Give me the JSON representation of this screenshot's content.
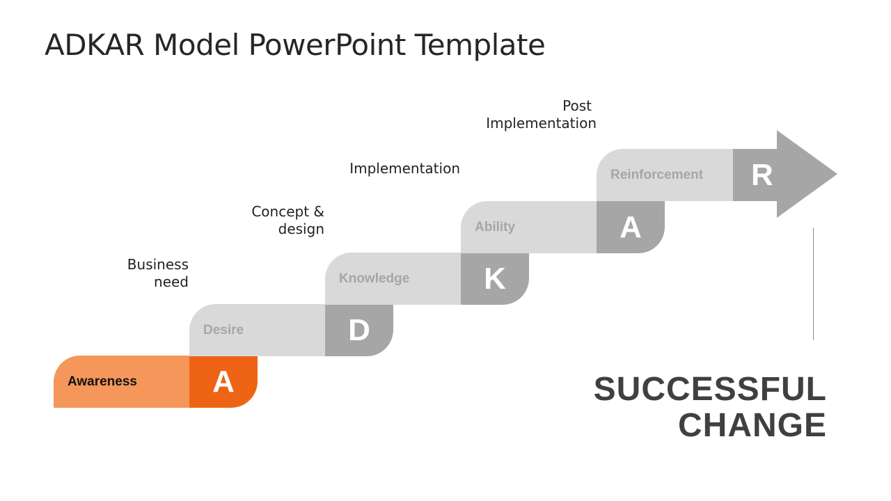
{
  "title": "ADKAR Model PowerPoint Template",
  "steps": [
    {
      "label": "Awareness",
      "letter": "A",
      "caption": [
        "Business",
        "need"
      ]
    },
    {
      "label": "Desire",
      "letter": "D",
      "caption": [
        "Concept &",
        "design"
      ]
    },
    {
      "label": "Knowledge",
      "letter": "K",
      "caption": [
        "Implementation"
      ]
    },
    {
      "label": "Ability",
      "letter": "A",
      "caption": [
        "Post",
        "Implementation"
      ]
    },
    {
      "label": "Reinforcement",
      "letter": "R"
    }
  ],
  "headline": [
    "SUCCESSFUL",
    "CHANGE"
  ],
  "colors": {
    "accent": "#ee6414",
    "accent_light": "#f5965a",
    "inactive_bar": "#d9d9d9",
    "inactive_letter": "#a6a6a6",
    "arrow": "#a6a6a6",
    "headline": "#404040"
  }
}
